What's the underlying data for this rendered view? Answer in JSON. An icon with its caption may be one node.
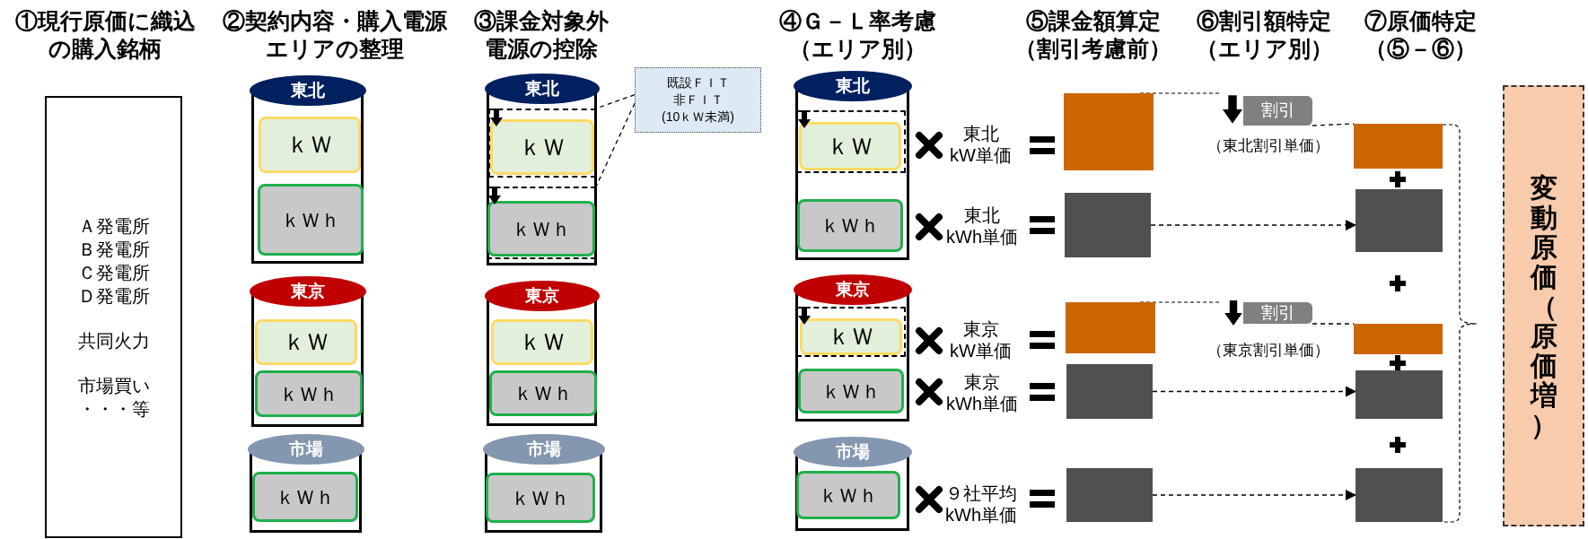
{
  "diagram": {
    "nodes": [
      {
        "text": [
          "Ａ発電所",
          "Ｂ発電所",
          "Ｃ発電所",
          "Ｄ発電所",
          "共同火力",
          "市場買い・・・等"
        ]
      },
      {
        "text": [
          "東北"
        ]
      },
      {
        "text": [
          "ｋＷ"
        ],
        "in": 1
      },
      {
        "text": [
          "ｋＷｈ"
        ],
        "in": 1
      },
      {
        "text": [
          "東京"
        ]
      },
      {
        "text": [
          "ｋＷ"
        ],
        "in": 4
      },
      {
        "text": [
          "ｋＷｈ"
        ],
        "in": 4
      },
      {
        "text": [
          "市場"
        ]
      },
      {
        "text": [
          "ｋＷｈ"
        ],
        "in": 7
      },
      {
        "text": [
          "東北"
        ]
      },
      {
        "text": [],
        "shape": "box",
        "in": 9
      },
      {
        "text": [
          "ｋＷ"
        ],
        "in": 10
      },
      {
        "text": [],
        "shape": "box",
        "in": 9
      },
      {
        "text": [
          "ｋＷｈ"
        ],
        "in": 12
      },
      {
        "text": [
          "東京"
        ]
      },
      {
        "text": [
          "ｋＷ"
        ],
        "in": 14
      },
      {
        "text": [
          "ｋＷｈ"
        ],
        "in": 14
      },
      {
        "text": [
          "市場"
        ]
      },
      {
        "text": [
          "ｋＷｈ"
        ],
        "in": 17
      },
      {
        "text": [
          "既設ＦＩＴ",
          "非ＦＩＴ",
          "(10ｋＷ未満)"
        ]
      },
      {
        "text": [
          "東北"
        ]
      },
      {
        "text": [],
        "shape": "box",
        "in": 20
      },
      {
        "text": [
          "ｋＷ"
        ],
        "in": 21
      },
      {
        "text": [
          "ｋＷｈ"
        ],
        "in": 20
      },
      {
        "text": [
          "東京"
        ]
      },
      {
        "text": [],
        "shape": "box",
        "in": 24
      },
      {
        "text": [
          "ｋＷ"
        ],
        "in": 25
      },
      {
        "text": [
          "ｋＷｈ"
        ],
        "in": 24
      },
      {
        "text": [
          "市場"
        ]
      },
      {
        "text": [
          "ｋＷｈ"
        ],
        "in": 28
      },
      {
        "text": [],
        "shape": "box"
      },
      {
        "text": [],
        "shape": "box"
      },
      {
        "text": [],
        "shape": "box"
      },
      {
        "text": [],
        "shape": "box"
      },
      {
        "text": [],
        "shape": "box"
      },
      {
        "text": [
          "割引"
        ]
      },
      {
        "text": [
          "割引"
        ]
      },
      {
        "text": [],
        "shape": "box"
      },
      {
        "text": [],
        "shape": "box"
      },
      {
        "text": [],
        "shape": "box"
      },
      {
        "text": [],
        "shape": "box"
      },
      {
        "text": [],
        "shape": "box"
      },
      {
        "text": [
          "変動原価（原価増）"
        ]
      }
    ],
    "edges": [
      {
        "from": 19,
        "to": 10,
        "arrow": "none",
        "style": "dashed"
      },
      {
        "from": 19,
        "to": 12,
        "arrow": "none",
        "style": "dashed"
      },
      {
        "from": 31,
        "to": 38,
        "arrow": "to",
        "style": "dashed"
      },
      {
        "from": 33,
        "to": 40,
        "arrow": "to",
        "style": "dashed"
      },
      {
        "from": 34,
        "to": 41,
        "arrow": "to",
        "style": "dashed"
      },
      {
        "from": 35,
        "to": 37,
        "arrow": "none",
        "style": "dashed"
      },
      {
        "from": 36,
        "to": 39,
        "arrow": "none",
        "style": "dashed"
      }
    ],
    "labels": [
      "①現行原価に織込の購入銘柄",
      "②契約内容・購入電源エリアの整理",
      "③課金対象外電源の控除",
      "④Ｇ－Ｌ率考慮（エリア別）",
      "⑤課金額算定（割引考慮前）",
      "⑥割引額特定（エリア別）",
      "⑦原価特定（⑤－⑥）",
      "東北 kW単価",
      "（東北割引単価）",
      "東北 kWh単価",
      "東京 kW単価",
      "（東京割引単価）",
      "東京 kWh単価",
      "９社平均 kWh単価"
    ]
  }
}
